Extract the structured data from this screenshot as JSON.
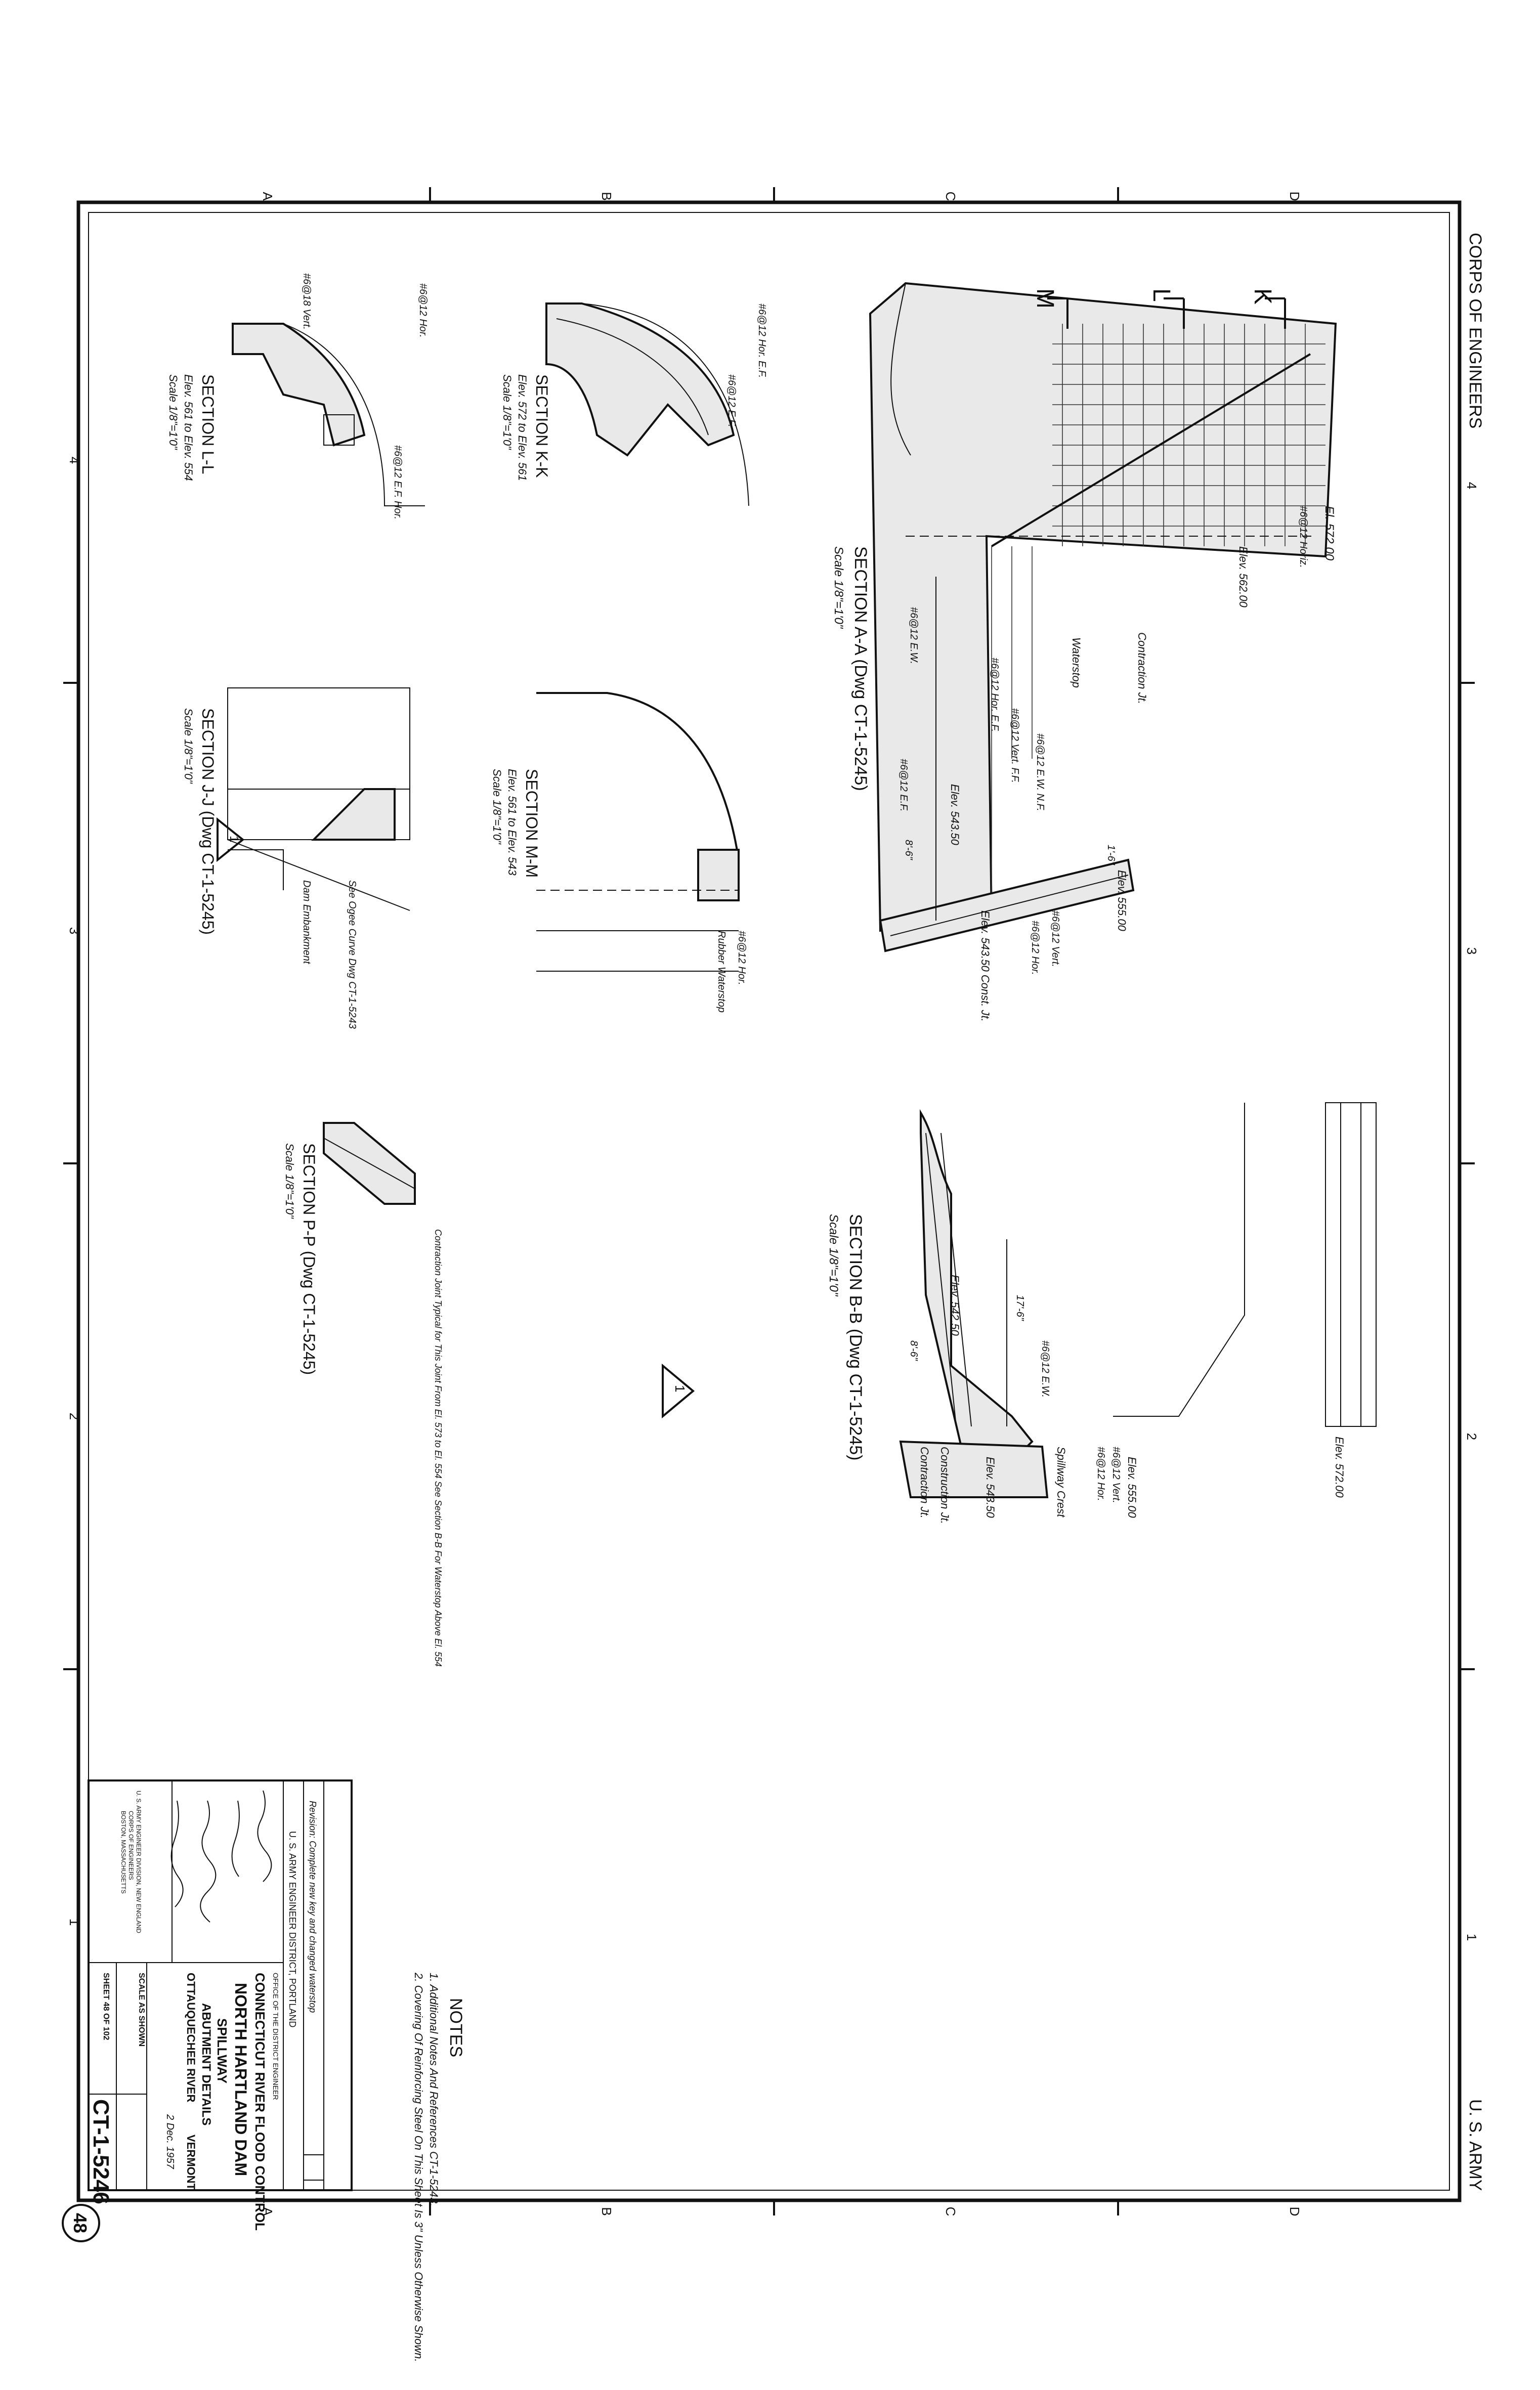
{
  "sheet": {
    "agency_top": "CORPS OF ENGINEERS",
    "agency_bottom": "U. S. ARMY",
    "border_letters": [
      "A",
      "B",
      "C",
      "D"
    ],
    "border_numbers": [
      "4",
      "3",
      "2",
      "1"
    ],
    "sheet_circle": "48"
  },
  "sections": {
    "a_a": {
      "title": "SECTION A-A (Dwg CT-1-5245)",
      "scale": "Scale 1/8\"=1'0\""
    },
    "b_b": {
      "title": "SECTION B-B (Dwg CT-1-5245)",
      "scale": "Scale 1/8\"=1'0\""
    },
    "k_k": {
      "title": "SECTION K-K",
      "sub": "Elev. 572 to Elev. 561",
      "scale": "Scale 1/8\"=1'0\""
    },
    "m_m": {
      "title": "SECTION M-M",
      "sub": "Elev. 561 to Elev. 543",
      "scale": "Scale 1/8\"=1'0\""
    },
    "l_l": {
      "title": "SECTION L-L",
      "sub": "Elev. 561 to Elev. 554",
      "scale": "Scale 1/8\"=1'0\""
    },
    "j_j": {
      "title": "SECTION J-J (Dwg CT-1-5245)",
      "scale": "Scale 1/8\"=1'0\""
    },
    "p_p": {
      "title": "SECTION P-P (Dwg CT-1-5245)",
      "scale": "Scale 1/8\"=1'0\""
    }
  },
  "cut_markers": [
    "K",
    "L",
    "M"
  ],
  "labels_a_a": {
    "elev_572": "El. 572.00",
    "elev_562": "Elev. 562.00",
    "elev_555": "Elev. 555.00",
    "elev_543_jt": "Elev. 543.50 Const. Jt.",
    "elev_543": "Elev. 543.50",
    "contraction": "Contraction Jt.",
    "waterstop": "Waterstop",
    "bar_1": "#6@12 Horiz.",
    "bar_2": "#6@12 Vert. F.F.",
    "bar_3": "#6@12 E.W.",
    "bar_4": "#6@12 Hor. E.F.",
    "bar_5": "#6@12 E.F.",
    "bar_6": "#6@12 E.W. N.F.",
    "bar_7": "#6@12 Vert.",
    "bar_8": "#6@12 Hor.",
    "dim_1": "1'-6\"",
    "dim_2": "8'-6\""
  },
  "labels_b_b": {
    "elev_572": "Elev. 572.00",
    "elev_555": "Elev. 555.00",
    "elev_543": "Elev. 543.50",
    "elev_542": "Elev. 542.50",
    "spillway_crest": "Spillway Crest",
    "construction": "Construction Jt.",
    "contraction": "Contraction Jt.",
    "dim_1": "17'-6\"",
    "dim_2": "8'-6\"",
    "bar_1": "#6@12 E.W.",
    "bar_2": "#6@12 Vert.",
    "bar_3": "#6@12 Hor."
  },
  "labels_misc": {
    "k_bar_1": "#6@12 Hor. E.F.",
    "k_bar_2": "#6@12 E.F.",
    "m_bar_1": "#6@12 Hor.",
    "m_rubber": "Rubber Waterstop",
    "l_bar_1": "#6@12 Hor.",
    "l_bar_2": "#6@18 Vert.",
    "l_bar_3": "#6@12 E.F. Hor.",
    "j_dam": "Dam Embankment",
    "j_see": "See Ogee Curve Dwg CT-1-5243",
    "p_note": "Contraction Joint Typical for This Joint From El. 573 to El. 554 See Section B-B For Waterstop Above El. 554"
  },
  "revision_marks": [
    "1",
    "1"
  ],
  "notes": {
    "heading": "NOTES",
    "items": [
      "1. Additional Notes And References CT-1-5243.",
      "2. Covering Of Reinforcing Steel On This Sheet Is 3\" Unless Otherwise Shown."
    ]
  },
  "title_block": {
    "revision_row": "Revision: Complete new key and changed waterstop",
    "office_1": "U. S. ARMY ENGINEER DISTRICT, PORTLAND",
    "office_2": "OFFICE OF THE DISTRICT ENGINEER",
    "project": "CONNECTICUT RIVER FLOOD CONTROL",
    "dam": "NORTH HARTLAND DAM",
    "feature": "SPILLWAY",
    "drawing": "ABUTMENT DETAILS",
    "river": "OTTAUQUECHEE RIVER",
    "state": "VERMONT",
    "division_1": "U. S. ARMY ENGINEER DIVISION, NEW ENGLAND",
    "division_2": "CORPS OF ENGINEERS",
    "division_3": "BOSTON, MASSACHUSETTS",
    "scale": "SCALE AS SHOWN",
    "date": "2 Dec. 1957",
    "sheet_no": "SHEET 48 OF 102",
    "drawing_no": "CT-1-5246"
  }
}
